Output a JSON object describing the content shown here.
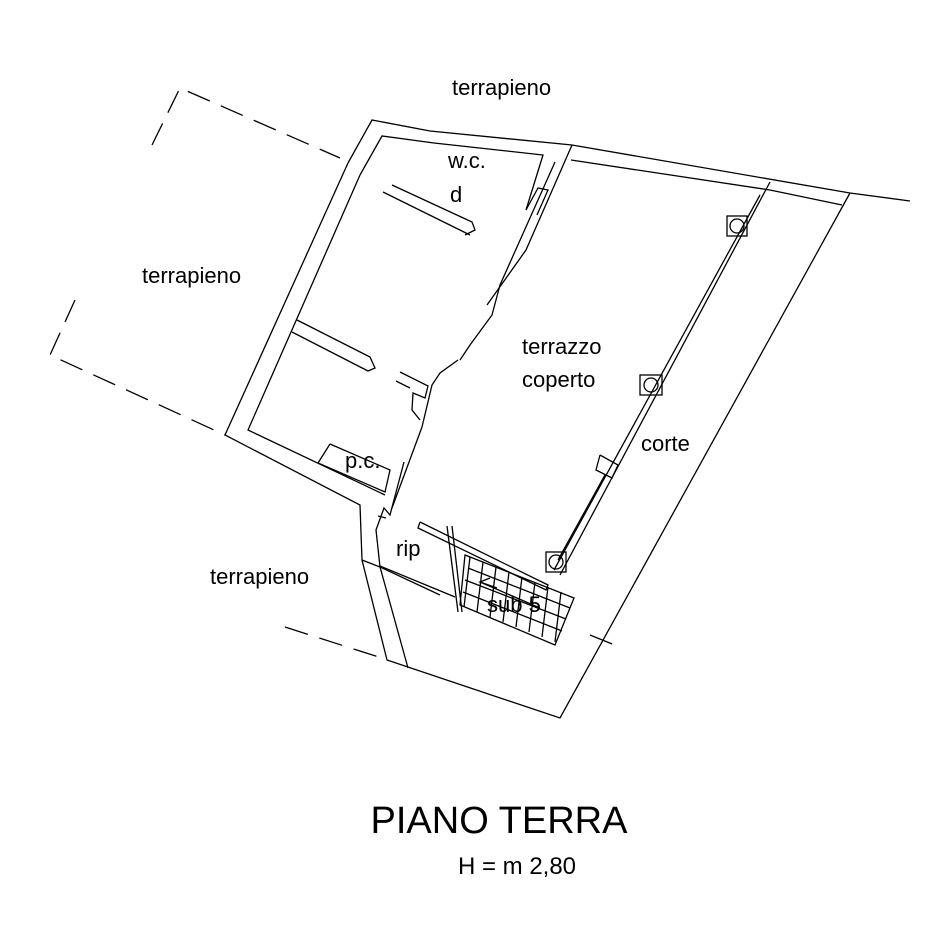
{
  "plan": {
    "labels": {
      "terrapieno_top": "terrapieno",
      "terrapieno_left": "terrapieno",
      "terrapieno_bottom": "terrapieno",
      "wc": "w.c.",
      "d": "d",
      "terrazzo": "terrazzo",
      "coperto": "coperto",
      "corte": "corte",
      "pc": "p.c.",
      "rip": "rip",
      "sub5": "sub 5"
    },
    "title": "PIANO TERRA",
    "height_note": "H = m 2,80"
  }
}
